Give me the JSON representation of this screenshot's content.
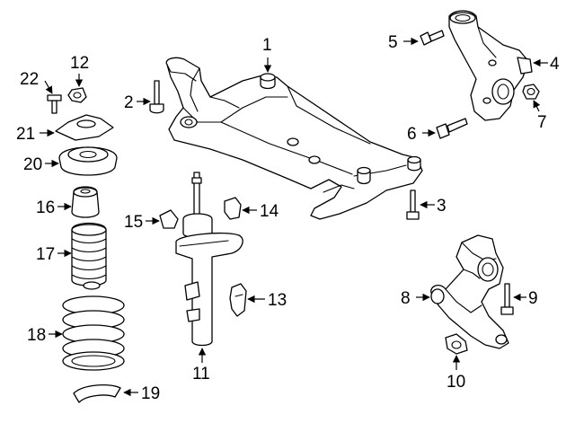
{
  "diagram": {
    "parts": [
      {
        "id": "part-1",
        "label": "1"
      },
      {
        "id": "part-2",
        "label": "2"
      },
      {
        "id": "part-3",
        "label": "3"
      },
      {
        "id": "part-4",
        "label": "4"
      },
      {
        "id": "part-5",
        "label": "5"
      },
      {
        "id": "part-6",
        "label": "6"
      },
      {
        "id": "part-7",
        "label": "7"
      },
      {
        "id": "part-8",
        "label": "8"
      },
      {
        "id": "part-9",
        "label": "9"
      },
      {
        "id": "part-10",
        "label": "10"
      },
      {
        "id": "part-11",
        "label": "11"
      },
      {
        "id": "part-12",
        "label": "12"
      },
      {
        "id": "part-13",
        "label": "13"
      },
      {
        "id": "part-14",
        "label": "14"
      },
      {
        "id": "part-15",
        "label": "15"
      },
      {
        "id": "part-16",
        "label": "16"
      },
      {
        "id": "part-17",
        "label": "17"
      },
      {
        "id": "part-18",
        "label": "18"
      },
      {
        "id": "part-19",
        "label": "19"
      },
      {
        "id": "part-20",
        "label": "20"
      },
      {
        "id": "part-21",
        "label": "21"
      },
      {
        "id": "part-22",
        "label": "22"
      }
    ]
  }
}
